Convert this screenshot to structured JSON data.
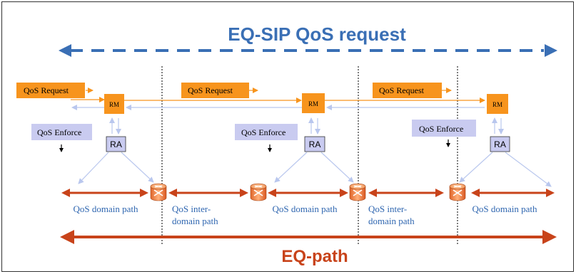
{
  "title": "EQ-SIP QoS request",
  "footer": "EQ-path",
  "colors": {
    "title_blue": "#3a6fb5",
    "eqpath_red": "#c8431a",
    "orange": "#f7941d",
    "lavender": "#c9cbf0",
    "light_blue_arrow": "#b9c7ee",
    "domain_text": "#2f66b0"
  },
  "domains": [
    {
      "qos_request": "QoS Request",
      "rm": "RM",
      "ra": "RA",
      "qos_enforce": "QoS Enforce"
    },
    {
      "qos_request": "QoS Request",
      "rm": "RM",
      "ra": "RA",
      "qos_enforce": "QoS Enforce"
    },
    {
      "qos_request": "QoS Request",
      "rm": "RM",
      "ra": "RA",
      "qos_enforce": "QoS Enforce"
    }
  ],
  "paths": {
    "domain_path": "QoS domain path",
    "inter_domain_line1": "QoS inter-",
    "inter_domain_line2": "domain path"
  },
  "icons": [
    "router-icon"
  ]
}
